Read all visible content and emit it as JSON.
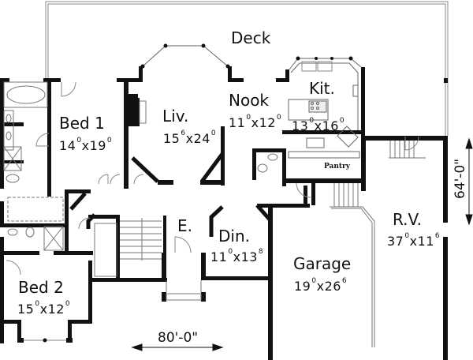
{
  "plan": {
    "overall_width": "80'-0\"",
    "overall_depth": "64'-0\"",
    "rooms": {
      "deck": {
        "name": "Deck"
      },
      "bed1": {
        "name": "Bed 1",
        "w": "14",
        "w_in": "0",
        "d": "19",
        "d_in": "0"
      },
      "liv": {
        "name": "Liv.",
        "w": "15",
        "w_in": "6",
        "d": "24",
        "d_in": "0"
      },
      "nook": {
        "name": "Nook",
        "w": "11",
        "w_in": "0",
        "d": "12",
        "d_in": "0"
      },
      "kit": {
        "name": "Kit.",
        "w": "13",
        "w_in": "0",
        "d": "16",
        "d_in": "0"
      },
      "pantry": {
        "name": "Pantry"
      },
      "entry": {
        "name": "E."
      },
      "din": {
        "name": "Din.",
        "w": "11",
        "w_in": "0",
        "d": "13",
        "d_in": "8"
      },
      "garage": {
        "name": "Garage",
        "w": "19",
        "w_in": "0",
        "d": "26",
        "d_in": "6"
      },
      "rv": {
        "name": "R.V.",
        "w": "37",
        "w_in": "0",
        "d": "11",
        "d_in": "6"
      },
      "bed2": {
        "name": "Bed 2",
        "w": "15",
        "w_in": "0",
        "d": "12",
        "d_in": "0"
      }
    },
    "times": "x"
  }
}
